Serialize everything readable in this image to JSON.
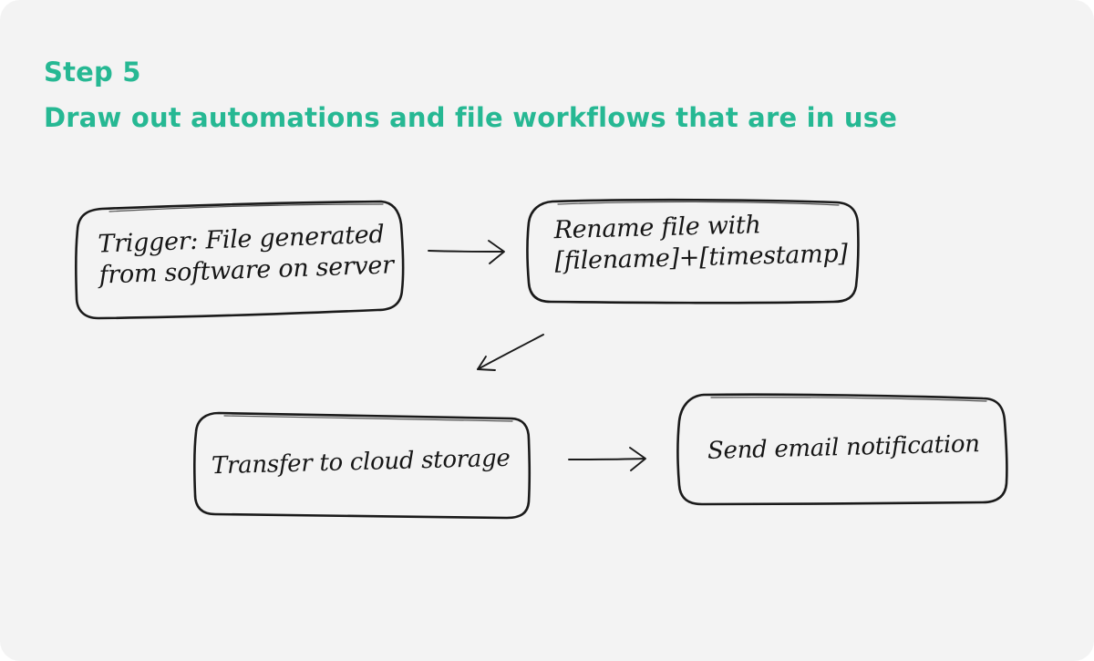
{
  "header": {
    "step_label": "Step 5",
    "title": "Draw out automations and file workflows that are in use"
  },
  "nodes": [
    {
      "id": "trigger",
      "lines": [
        "Trigger: File generated",
        "from software on server"
      ]
    },
    {
      "id": "rename",
      "lines": [
        "Rename file with",
        "[filename]+[timestamp]"
      ]
    },
    {
      "id": "transfer",
      "lines": [
        "Transfer to cloud storage"
      ]
    },
    {
      "id": "email",
      "lines": [
        "Send email notification"
      ]
    }
  ],
  "edges": [
    {
      "from": "trigger",
      "to": "rename"
    },
    {
      "from": "rename",
      "to": "transfer"
    },
    {
      "from": "transfer",
      "to": "email"
    }
  ],
  "colors": {
    "heading": "#26b893",
    "background": "#f3f3f3",
    "ink": "#1a1a1a"
  }
}
